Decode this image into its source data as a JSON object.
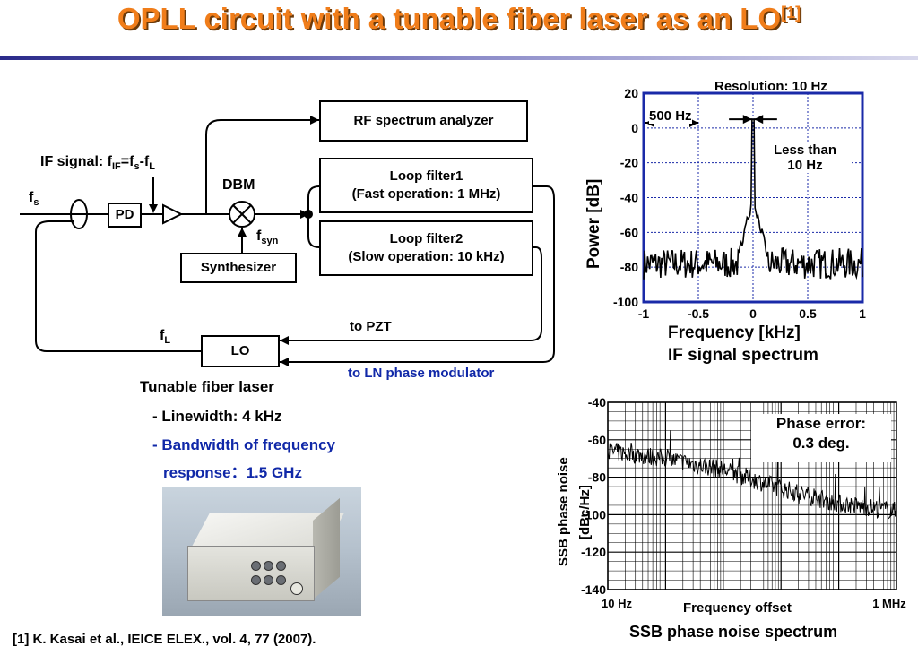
{
  "slide": {
    "title": "OPLL circuit with a tunable fiber laser as an LO",
    "title_ref": "[1]",
    "reference": "[1] K. Kasai et al., IEICE ELEX., vol. 4, 77 (2007)."
  },
  "circuit": {
    "rf_analyzer": "RF spectrum analyzer",
    "loop_filter1_line1": "Loop filter1",
    "loop_filter1_line2": "(Fast operation: 1 MHz)",
    "loop_filter2_line1": "Loop filter2",
    "loop_filter2_line2": "(Slow operation: 10 kHz)",
    "synthesizer": "Synthesizer",
    "pd": "PD",
    "lo": "LO",
    "dbm": "DBM",
    "if_signal_prefix": "IF signal: f",
    "if_sub": "IF",
    "if_eq": "=f",
    "s_sub": "s",
    "minus_f": "-f",
    "l_sub": "L",
    "fs_main": "f",
    "fs_sub": "s",
    "fsyn_main": "f",
    "fsyn_sub": "syn",
    "fl_main": "f",
    "fl_sub": "L",
    "to_pzt": "to PZT",
    "to_ln": "to LN phase modulator",
    "laser_title": "Tunable fiber laser",
    "linewidth": "- Linewidth: 4 kHz",
    "bandwidth_line1": "- Bandwidth of frequency",
    "bandwidth_line2": "response：1.5 GHz"
  },
  "chart_data": [
    {
      "type": "line",
      "title": "IF signal spectrum",
      "xlabel": "Frequency [kHz]",
      "ylabel": "Power [dB]",
      "xlim": [
        -1,
        1
      ],
      "ylim": [
        -100,
        20
      ],
      "xticks": [
        "-1",
        "-0.5",
        "0",
        "0.5",
        "1"
      ],
      "yticks": [
        "20",
        "0",
        "-20",
        "-40",
        "-60",
        "-80",
        "-100"
      ],
      "annotations": {
        "resolution": "Resolution: 10 Hz",
        "span": "500 Hz",
        "linewidth_line1": "Less than",
        "linewidth_line2": "10 Hz"
      },
      "noise_floor_db": -78,
      "peak": {
        "x": 0,
        "y": 5
      }
    },
    {
      "type": "line",
      "title": "SSB phase noise spectrum",
      "xlabel": "Frequency offset",
      "ylabel_line1": "SSB phase noise",
      "ylabel_line2": "[dBc/Hz]",
      "xscale": "log",
      "xlim_hz": [
        10,
        1000000
      ],
      "ylim": [
        -140,
        -40
      ],
      "xticks": [
        "10 Hz",
        "1 MHz"
      ],
      "yticks": [
        "-40",
        "-60",
        "-80",
        "-100",
        "-120",
        "-140"
      ],
      "annotation_line1": "Phase error:",
      "annotation_line2": "0.3 deg.",
      "curve": [
        {
          "x": 10,
          "y": -66
        },
        {
          "x": 100,
          "y": -70
        },
        {
          "x": 1000,
          "y": -76
        },
        {
          "x": 10000,
          "y": -86
        },
        {
          "x": 100000,
          "y": -94
        },
        {
          "x": 1000000,
          "y": -98
        }
      ]
    }
  ]
}
